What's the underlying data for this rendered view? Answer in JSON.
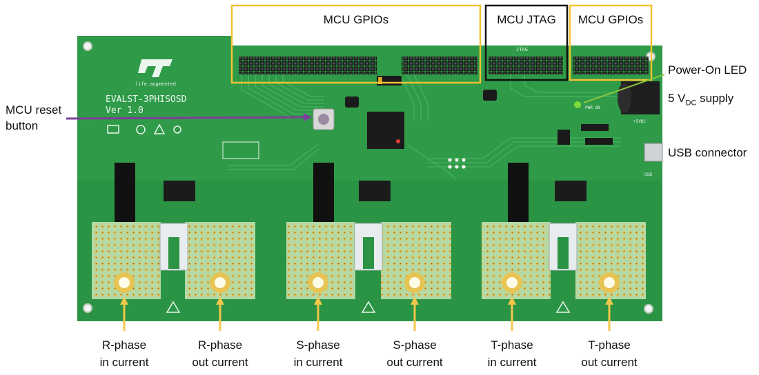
{
  "board": {
    "name": "EVALST-3PHISOSD",
    "version": "Ver 1.0",
    "tagline": "life.augmented",
    "usb_silk": "USB",
    "vdc_silk": "+5VDC",
    "pwr_silk": "PWR ON",
    "jtag_silk": "JTAG"
  },
  "callouts": {
    "gpio_left": "MCU GPIOs",
    "jtag": "MCU JTAG",
    "gpio_right": "MCU GPIOs",
    "power_led": "Power-On LED",
    "supply_prefix": "5 V",
    "supply_sub": "DC",
    "supply_suffix": " supply",
    "usb": "USB connector",
    "reset_line1": "MCU reset",
    "reset_line2": "button"
  },
  "phases": [
    {
      "line1": "R-phase",
      "line2": "in current"
    },
    {
      "line1": "R-phase",
      "line2": "out current"
    },
    {
      "line1": "S-phase",
      "line2": "in current"
    },
    {
      "line1": "S-phase",
      "line2": "out current"
    },
    {
      "line1": "T-phase",
      "line2": "in current"
    },
    {
      "line1": "T-phase",
      "line2": "out current"
    }
  ],
  "colors": {
    "pcb": "#2f9a48",
    "pcb_dark": "#238a3c",
    "box_yellow": "#f2c233",
    "box_black": "#111111",
    "arrow_yellow": "#f2c64a",
    "arrow_purple": "#7d3f98",
    "arrow_green": "#8cc63f",
    "led": "#7ddc3a"
  }
}
